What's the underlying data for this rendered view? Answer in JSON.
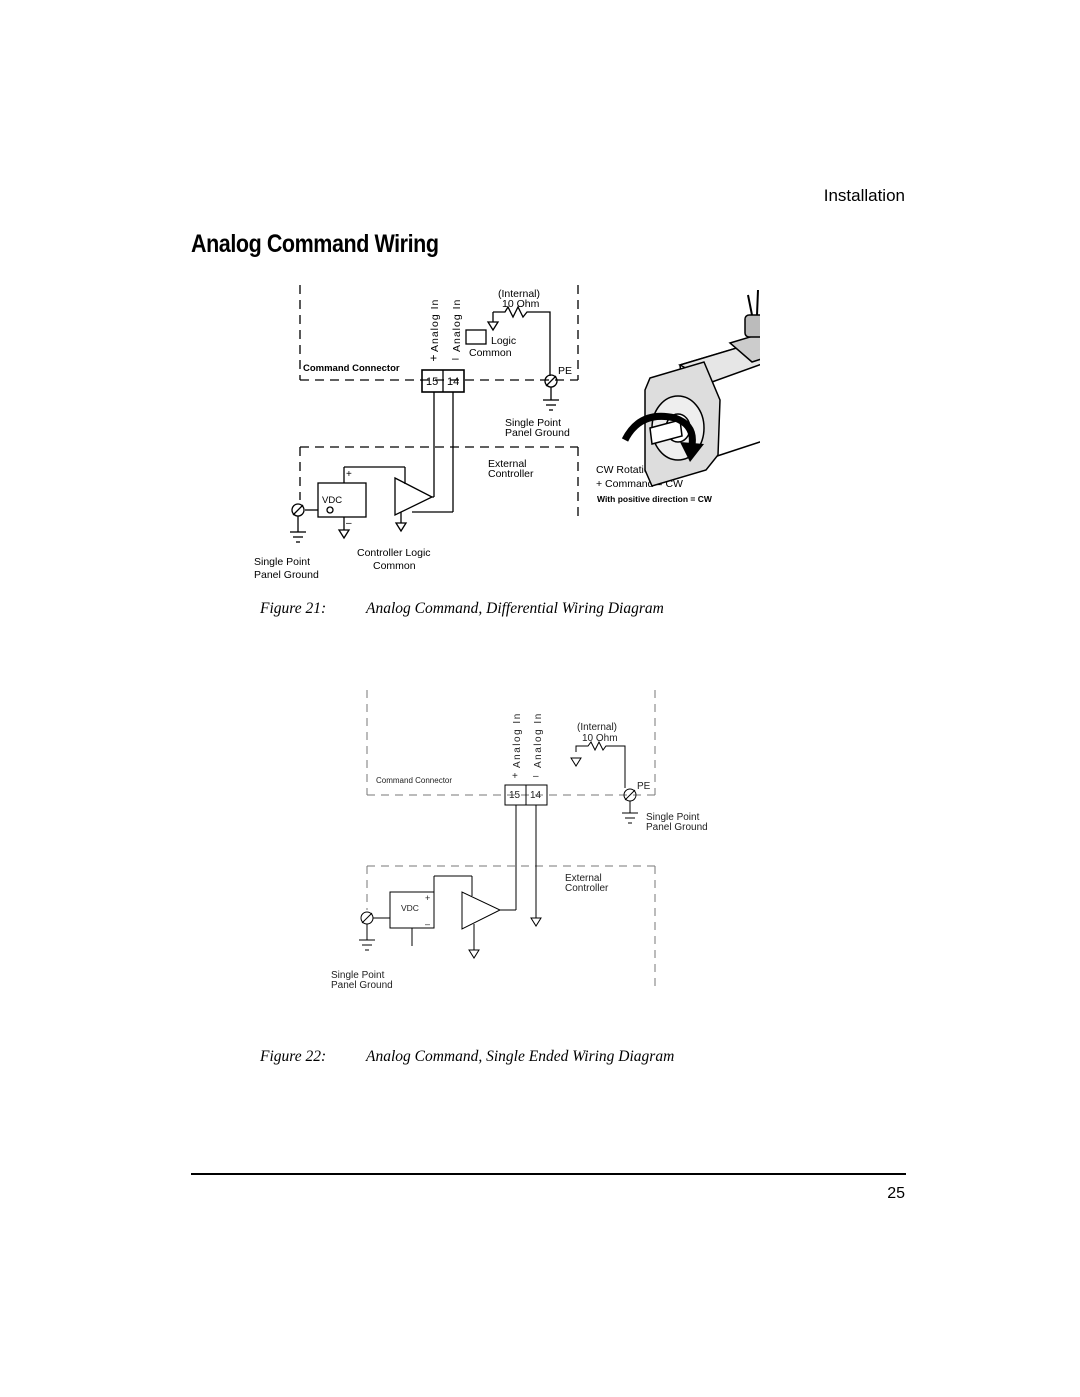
{
  "header": {
    "section": "Installation"
  },
  "title": "Analog Command Wiring",
  "figure21": {
    "number": "Figure 21:",
    "caption": "Analog Command, Differential Wiring Diagram",
    "labels": {
      "analog_in_plus": "Analog In",
      "plus_sign": "+",
      "analog_in_minus": "Analog In",
      "minus_sign": "–",
      "internal": "(Internal)",
      "ohm": "10 Ohm",
      "logic": "Logic",
      "common": "Common",
      "command_connector": "Command Connector",
      "pe": "PE",
      "pin15": "15",
      "pin14": "14",
      "single_point_right": "Single Point",
      "panel_ground_right": "Panel Ground",
      "external": "External",
      "controller": "Controller",
      "vdc": "VDC",
      "vdc_plus": "+",
      "vdc_minus": "–",
      "single_point_left": "Single Point",
      "panel_ground_left": "Panel Ground",
      "controller_logic": "Controller Logic",
      "controller_common": "Common",
      "cw_rotation": "CW Rotation",
      "command_cw": "+ Command = CW",
      "positive_direction": "With positive direction = CW"
    }
  },
  "figure22": {
    "number": "Figure 22:",
    "caption": "Analog Command, Single Ended Wiring Diagram",
    "labels": {
      "analog_in_plus": "Analog In",
      "plus_sign": "+",
      "analog_in_minus": "Analog In",
      "minus_sign": "–",
      "internal": "(Internal)",
      "ohm": "10 Ohm",
      "command_connector": "Command Connector",
      "pe": "PE",
      "pin15": "15",
      "pin14": "14",
      "single_point_right": "Single Point",
      "panel_ground_right": "Panel Ground",
      "external": "External",
      "controller": "Controller",
      "vdc": "VDC",
      "vdc_plus": "+",
      "vdc_minus": "–",
      "single_point_left": "Single Point",
      "panel_ground_left": "Panel Ground"
    }
  },
  "footer": {
    "page_number": "25"
  }
}
